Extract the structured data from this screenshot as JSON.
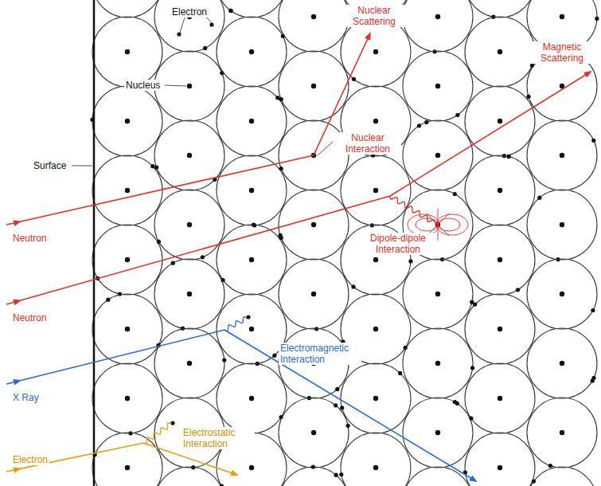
{
  "diagram": {
    "labels": [
      "Nuclear Scattering",
      "Electron",
      "Magnetic Scattering",
      "Nucleus",
      "Nuclear Interaction",
      "Surface",
      "Neutron",
      "Dipole-dipole Interaction",
      "Neutron",
      "X Ray",
      "Electromagnetic Interaction",
      "Electron",
      "Electrostatic Interaction"
    ]
  }
}
